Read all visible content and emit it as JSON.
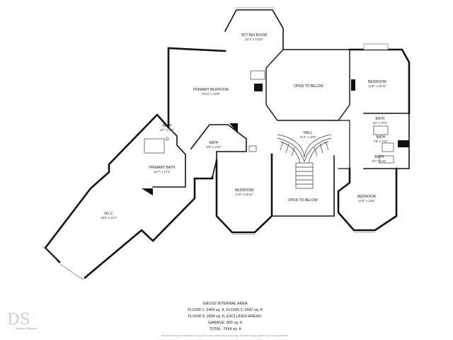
{
  "rooms": {
    "sitting_room": {
      "name": "SITTING ROOM",
      "dims": "14'4\" x 14'10\""
    },
    "primary_bedroom": {
      "name": "PRIMARY BEDROOM",
      "dims": "23'11\" x 23'8\""
    },
    "open_to_below_1": {
      "name": "OPEN TO BELOW"
    },
    "bedroom_1": {
      "name": "BEDROOM",
      "dims": "12'6\" x 10'11\""
    },
    "bath_1": {
      "name": "BATH",
      "dims": "6'7\" x 6'3\""
    },
    "bath_2": {
      "name": "BATH",
      "dims": "8'6\" x 13'3\""
    },
    "hall": {
      "name": "HALL",
      "dims": "31'4\" x 16'8\""
    },
    "bath_3": {
      "name": "BATH",
      "dims": "6'2\" x 3'11\""
    },
    "bath_4": {
      "name": "BATH",
      "dims": "7'8\" x 4'11\""
    },
    "bath_5": {
      "name": "BATH",
      "dims": "6'1\" x 3'11\""
    },
    "primary_bath": {
      "name": "PRIMARY BATH",
      "dims": "22'7\" x 17'4\""
    },
    "bedroom_2": {
      "name": "BEDROOM",
      "dims": "14'5\" x 18'11\""
    },
    "open_to_below_2": {
      "name": "OPEN TO BELOW"
    },
    "bedroom_3": {
      "name": "BEDROOM",
      "dims": "14'8\" x 15'6\""
    },
    "wic": {
      "name": "W.I.C.",
      "dims": "26'3\" x 21'7\""
    }
  },
  "areas": {
    "title": "GROSS INTERNAL AREA",
    "line1": "FLOOR 1: 2454 sq. ft, FLOOR 2: 2547 sq. ft",
    "line2": "FLOOR 3: 2694 sq. ft, EXCLUDED AREAS:",
    "line3": "GARAGE: 809 sq. ft",
    "line4": "TOTAL: 7694 sq. ft"
  },
  "disclaimer": "Measurements are calculated using third-party measuring technology deemed highly reliable, but not guaranteed.",
  "logo": {
    "letters": "DS",
    "subtitle": "Diamond Stiffington"
  },
  "colors": {
    "wall": "#111111",
    "accent_logo": "#b58aa0",
    "logo_gray": "#cfcfcf"
  }
}
